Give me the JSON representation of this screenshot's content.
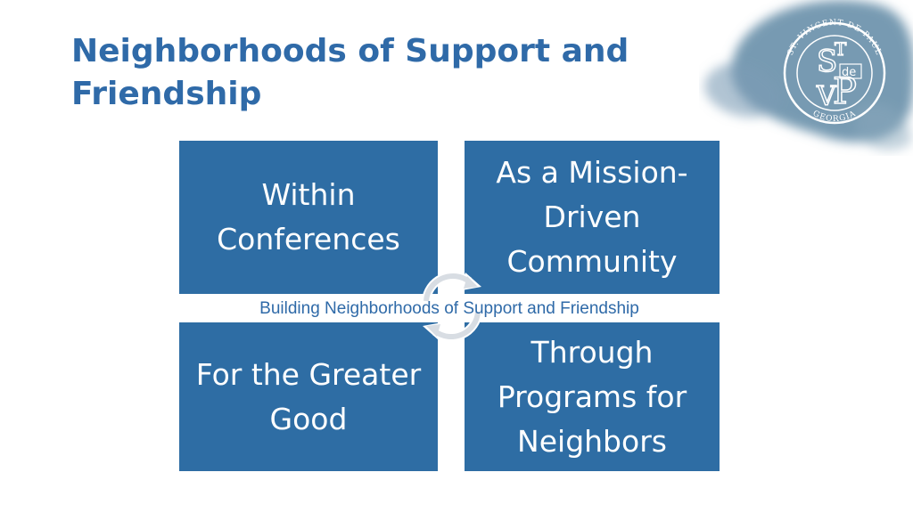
{
  "slide": {
    "title": "Neighborhoods of Support and Friendship"
  },
  "diagram": {
    "center_label": "Building Neighborhoods of Support and Friendship",
    "boxes": [
      {
        "label": "Within Conferences"
      },
      {
        "label": "As a Mission-Driven Community"
      },
      {
        "label": "For the Greater Good"
      },
      {
        "label": "Through Programs for Neighbors"
      }
    ]
  },
  "logo": {
    "ring_text": "ST. VINCENT DE PAUL GEORGIA",
    "monogram": [
      "S",
      "T",
      "V",
      "P",
      "de"
    ]
  },
  "colors": {
    "title": "#2f6aa8",
    "box_fill": "#2e6da4",
    "watercolor": "#5f88a5"
  }
}
